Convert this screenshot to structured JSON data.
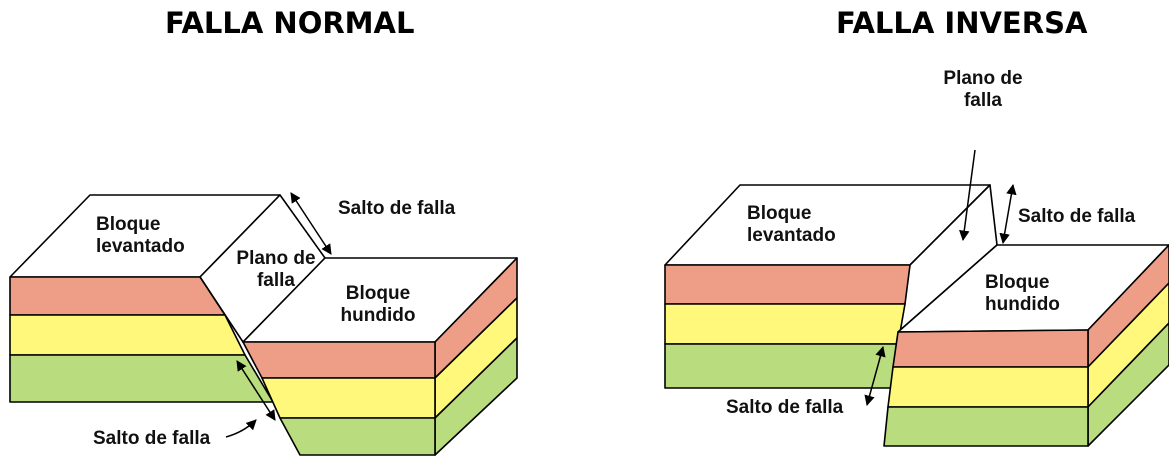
{
  "colors": {
    "red_layer": "#EE9E87",
    "yellow_layer": "#FFF87A",
    "green_layer": "#B8DC7E",
    "outline": "#000000"
  },
  "normal": {
    "title": "FALLA NORMAL",
    "upthrown_block": [
      "Bloque",
      "levantado"
    ],
    "fault_plane": [
      "Plano de",
      "falla"
    ],
    "downthrown_block": [
      "Bloque",
      "hundido"
    ],
    "throw_top": "Salto de falla",
    "throw_bottom": "Salto de falla"
  },
  "inversa": {
    "title": "FALLA INVERSA",
    "fault_plane": [
      "Plano de",
      "falla"
    ],
    "upthrown_block": [
      "Bloque",
      "levantado"
    ],
    "throw_top": "Salto de falla",
    "downthrown_block": [
      "Bloque",
      "hundido"
    ],
    "throw_bottom": "Salto de falla"
  }
}
